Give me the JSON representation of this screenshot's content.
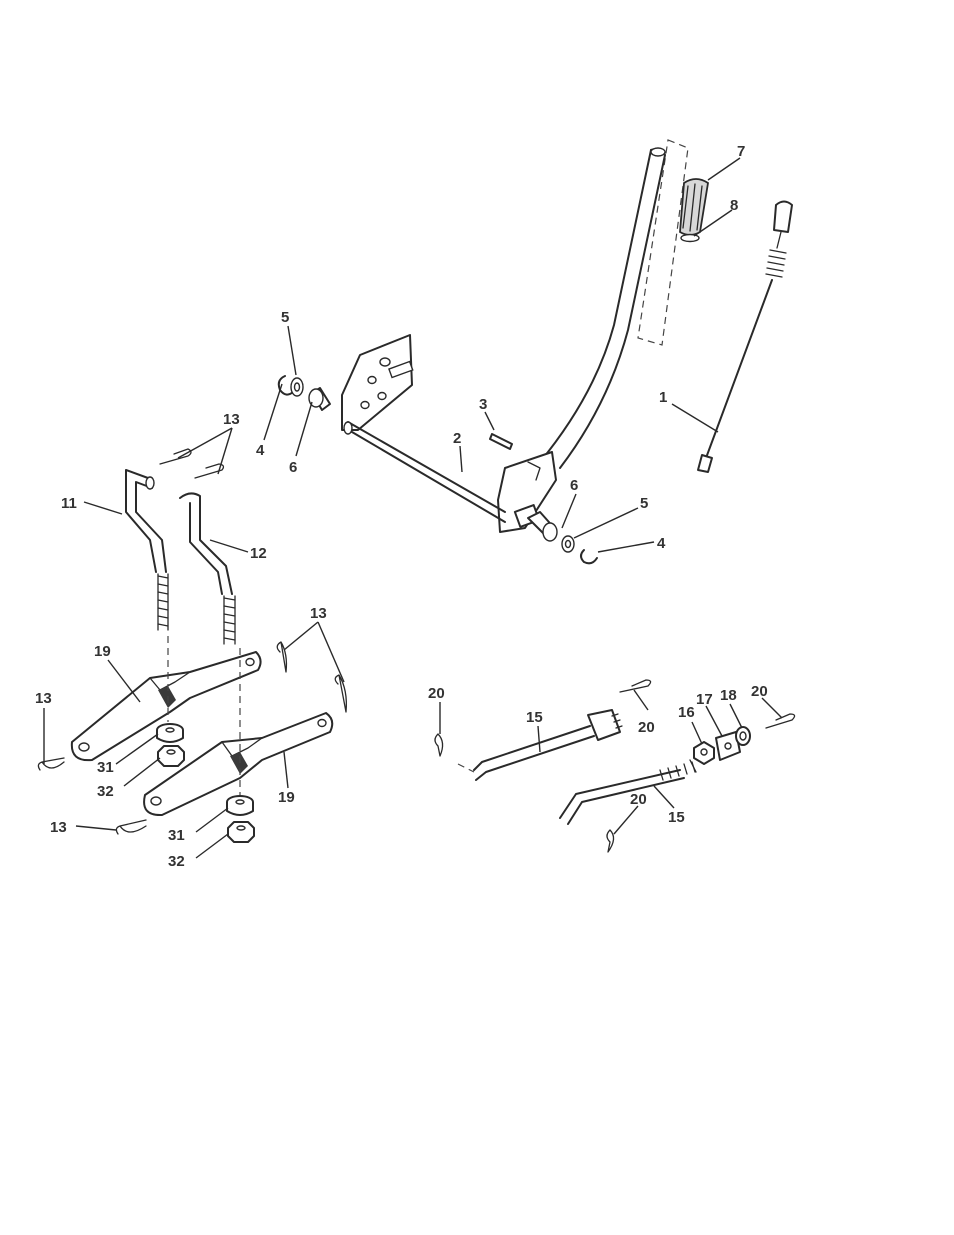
{
  "labels": {
    "n1": "1",
    "n2": "2",
    "n3": "3",
    "n4a": "4",
    "n4b": "4",
    "n5a": "5",
    "n5b": "5",
    "n6a": "6",
    "n6b": "6",
    "n7": "7",
    "n8": "8",
    "n11": "11",
    "n12": "12",
    "n13a": "13",
    "n13b": "13",
    "n13c": "13",
    "n13d": "13",
    "n15a": "15",
    "n15b": "15",
    "n16": "16",
    "n17": "17",
    "n18": "18",
    "n19a": "19",
    "n19b": "19",
    "n20a": "20",
    "n20b": "20",
    "n20c": "20",
    "n20d": "20",
    "n31a": "31",
    "n31b": "31",
    "n32a": "32",
    "n32b": "32"
  },
  "colors": {
    "line": "#2a2a2a",
    "label": "#333333",
    "background": "#ffffff"
  }
}
